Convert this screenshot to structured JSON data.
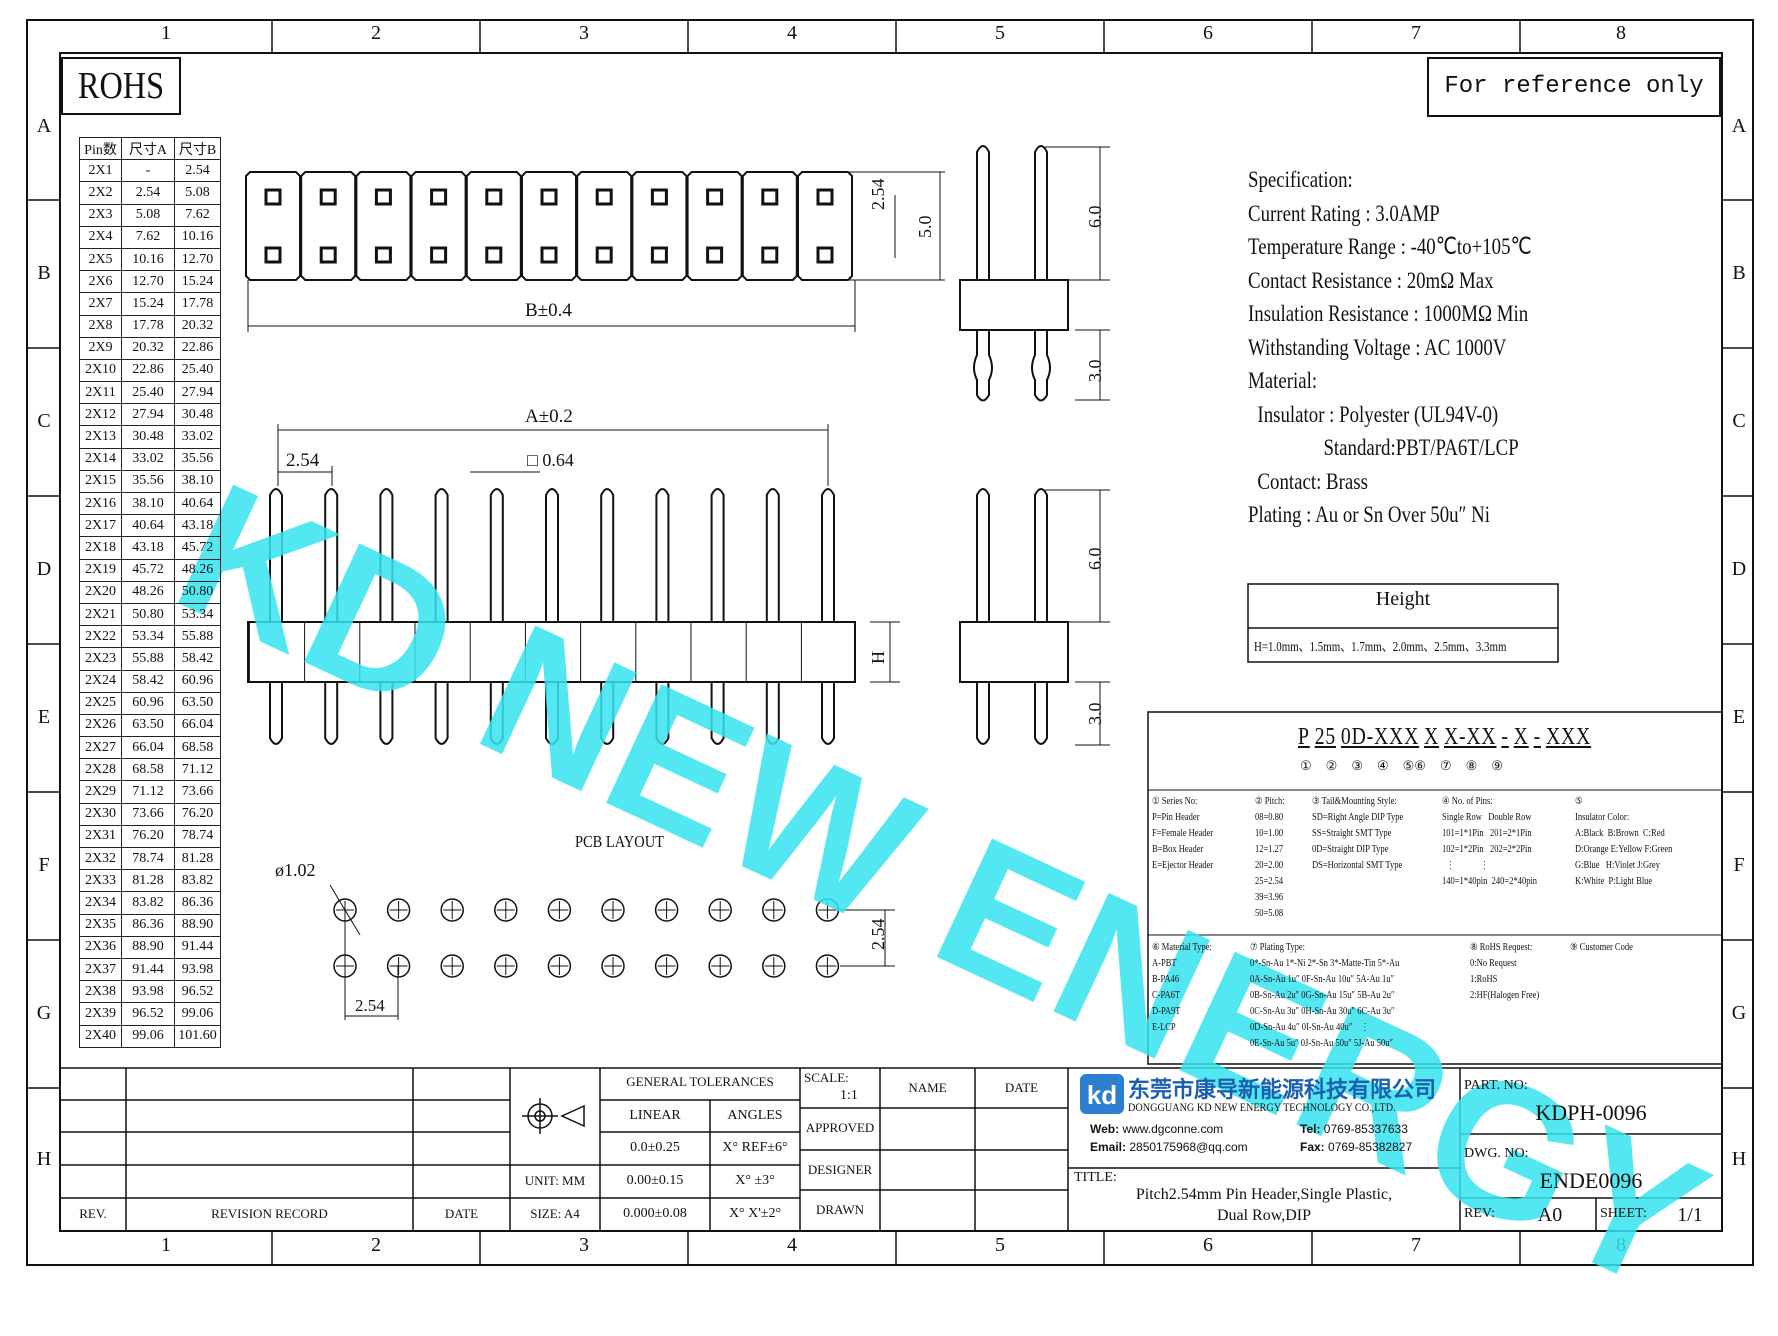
{
  "frame": {
    "col_labels": [
      "1",
      "2",
      "3",
      "4",
      "5",
      "6",
      "7",
      "8"
    ],
    "row_labels": [
      "A",
      "B",
      "C",
      "D",
      "E",
      "F",
      "G",
      "H"
    ]
  },
  "rohs": "ROHS",
  "ref_note": "For reference only",
  "watermark": "KD NEW ENERGY",
  "pin_table": {
    "headers": [
      "Pin数",
      "尺寸A",
      "尺寸B"
    ],
    "rows": [
      [
        "2X1",
        "-",
        "2.54"
      ],
      [
        "2X2",
        "2.54",
        "5.08"
      ],
      [
        "2X3",
        "5.08",
        "7.62"
      ],
      [
        "2X4",
        "7.62",
        "10.16"
      ],
      [
        "2X5",
        "10.16",
        "12.70"
      ],
      [
        "2X6",
        "12.70",
        "15.24"
      ],
      [
        "2X7",
        "15.24",
        "17.78"
      ],
      [
        "2X8",
        "17.78",
        "20.32"
      ],
      [
        "2X9",
        "20.32",
        "22.86"
      ],
      [
        "2X10",
        "22.86",
        "25.40"
      ],
      [
        "2X11",
        "25.40",
        "27.94"
      ],
      [
        "2X12",
        "27.94",
        "30.48"
      ],
      [
        "2X13",
        "30.48",
        "33.02"
      ],
      [
        "2X14",
        "33.02",
        "35.56"
      ],
      [
        "2X15",
        "35.56",
        "38.10"
      ],
      [
        "2X16",
        "38.10",
        "40.64"
      ],
      [
        "2X17",
        "40.64",
        "43.18"
      ],
      [
        "2X18",
        "43.18",
        "45.72"
      ],
      [
        "2X19",
        "45.72",
        "48.26"
      ],
      [
        "2X20",
        "48.26",
        "50.80"
      ],
      [
        "2X21",
        "50.80",
        "53.34"
      ],
      [
        "2X22",
        "53.34",
        "55.88"
      ],
      [
        "2X23",
        "55.88",
        "58.42"
      ],
      [
        "2X24",
        "58.42",
        "60.96"
      ],
      [
        "2X25",
        "60.96",
        "63.50"
      ],
      [
        "2X26",
        "63.50",
        "66.04"
      ],
      [
        "2X27",
        "66.04",
        "68.58"
      ],
      [
        "2X28",
        "68.58",
        "71.12"
      ],
      [
        "2X29",
        "71.12",
        "73.66"
      ],
      [
        "2X30",
        "73.66",
        "76.20"
      ],
      [
        "2X31",
        "76.20",
        "78.74"
      ],
      [
        "2X32",
        "78.74",
        "81.28"
      ],
      [
        "2X33",
        "81.28",
        "83.82"
      ],
      [
        "2X34",
        "83.82",
        "86.36"
      ],
      [
        "2X35",
        "86.36",
        "88.90"
      ],
      [
        "2X36",
        "88.90",
        "91.44"
      ],
      [
        "2X37",
        "91.44",
        "93.98"
      ],
      [
        "2X38",
        "93.98",
        "96.52"
      ],
      [
        "2X39",
        "96.52",
        "99.06"
      ],
      [
        "2X40",
        "99.06",
        "101.60"
      ]
    ]
  },
  "dims": {
    "pitch_top": "2.54",
    "body_width": "5.0",
    "b_tol": "B±0.4",
    "side_top": "6.0",
    "side_bottom": "3.0",
    "a_tol": "A±0.2",
    "pitch_front": "2.54",
    "pin_square": "□ 0.64",
    "front_top": "6.0",
    "front_h": "H",
    "front_bottom": "3.0",
    "pcb_title": "PCB LAYOUT",
    "hole_dia": "ø1.02",
    "pcb_row_pitch": "2.54",
    "pcb_col_pitch": "2.54"
  },
  "spec": {
    "lines": [
      "Specification:",
      "Current Rating : 3.0AMP",
      "Temperature Range : -40℃to+105℃",
      "Contact Resistance : 20mΩ Max",
      "Insulation Resistance : 1000MΩ Min",
      "Withstanding Voltage : AC 1000V",
      "Material:",
      "  Insulator : Polyester (UL94V-0)",
      "                Standard:PBT/PA6T/LCP",
      "  Contact: Brass",
      "Plating : Au or Sn Over 50u″ Ni"
    ]
  },
  "height_box": {
    "title": "Height",
    "values": "H=1.0mm、1.5mm、1.7mm、2.0mm、2.5mm、3.3mm"
  },
  "part_code": {
    "segments": [
      "P",
      "25",
      "0D-XXX",
      "X",
      "X-XX",
      "-",
      "X",
      "-",
      "XXX"
    ],
    "markers": [
      "①",
      "②",
      "③",
      "④",
      "⑤⑥",
      "⑦",
      "⑧",
      "⑨"
    ]
  },
  "legend1": {
    "series": [
      "① Series No:",
      "P=Pin Header",
      "F=Female Header",
      "B=Box Header",
      "E=Ejector Header"
    ],
    "pitch": [
      "② Pitch:",
      "08=0.80",
      "10=1.00",
      "12=1.27",
      "20=2.00",
      "25=2.54",
      "39=3.96",
      "50=5.08"
    ],
    "tail": [
      "③ Tail&Mounting Style:",
      "SD=Right Angle DIP Type",
      "SS=Straight SMT Type",
      "0D=Straight DIP Type",
      "DS=Horizontal SMT Type"
    ],
    "pins": [
      "④ No. of Pins:",
      "Single Row   Double Row",
      "101=1*1Pin   201=2*1Pin",
      "102=1*2Pin   202=2*2Pin",
      "  ⋮            ⋮",
      "140=1*40pin  240=2*40pin"
    ],
    "color": [
      "⑤",
      "Insulator Color:",
      "A:Black  B:Brown  C:Red",
      "D:Orange E:Yellow F:Green",
      "G:Blue   H:Violet J:Grey",
      "K:White  P:Light Blue"
    ]
  },
  "legend2": {
    "material": [
      "⑥ Material Type:",
      "A-PBT",
      "B-PA46",
      "C-PA6T",
      "D-PA9T",
      "E-LCP"
    ],
    "plating": [
      "⑦ Plating Type:",
      "0*-Sn-Au 1*-Ni 2*-Sn 3*-Matte-Tin 5*-Au",
      "0A-Sn-Au 1u″ 0F-Sn-Au 10u″ 5A-Au 1u″",
      "0B-Sn-Au 2u″ 0G-Sn-Au 15u″ 5B-Au 2u″",
      "0C-Sn-Au 3u″ 0H-Sn-Au 30u″ 6C-Au 3u″",
      "0D-Sn-Au 4u″ 0I-Sn-Au 40u″    ⋮",
      "0E-Sn-Au 5u″ 0J-Sn-Au 50u″ 5J-Au 50u″"
    ],
    "rohs": [
      "⑧ RoHS Request:",
      "0:No Request",
      "1:RoHS",
      "2:HF(Halogen Free)"
    ],
    "customer": [
      "⑨ Customer Code"
    ]
  },
  "title_block": {
    "general_tolerances": "GENERAL TOLERANCES",
    "linear": "LINEAR",
    "angles": "ANGLES",
    "lin1": "0.0±0.25",
    "lin2": "0.00±0.15",
    "lin3": "0.000±0.08",
    "ang1": "X° REF±6°",
    "ang2": "X° ±3°",
    "ang3": "X° X'±2°",
    "unit": "UNIT: MM",
    "size": "SIZE: A4",
    "scale_label": "SCALE:",
    "scale_value": "1:1",
    "name": "NAME",
    "date_col": "DATE",
    "approved": "APPROVED",
    "designer": "DESIGNER",
    "drawn": "DRAWN",
    "rev_label": "REV.",
    "revision_record": "REVISION RECORD",
    "date_label": "DATE",
    "company_cn": "东莞市康导新能源科技有限公司",
    "company_en": "DONGGUANG KD NEW ENERGY TECHNOLOGY CO.,LTD.",
    "web_label": "Web:",
    "web": "www.dgconne.com",
    "tel_label": "Tel:",
    "tel": "0769-85337633",
    "email_label": "Email:",
    "email": "2850175968@qq.com",
    "fax_label": "Fax:",
    "fax": "0769-85382827",
    "title_label": "TITLE:",
    "title_l1": "Pitch2.54mm Pin Header,Single Plastic,",
    "title_l2": "Dual Row,DIP",
    "part_no_label": "PART. NO:",
    "part_no": "KDPH-0096",
    "dwg_no_label": "DWG. NO:",
    "dwg_no": "ENDE0096",
    "rev_box_label": "REV:",
    "rev": "A0",
    "sheet_label": "SHEET:",
    "sheet": "1/1"
  }
}
